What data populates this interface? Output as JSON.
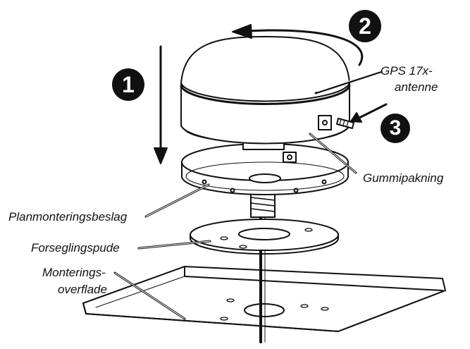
{
  "labels": {
    "gps_line1": "GPS 17x-",
    "gps_line2": "antenne",
    "gasket": "Gummipakning",
    "bracket": "Planmonteringsbeslag",
    "seal_pad": "Forseglingspude",
    "surface_line1": "Monterings-",
    "surface_line2": "overflade"
  },
  "steps": [
    "1",
    "2",
    "3"
  ]
}
